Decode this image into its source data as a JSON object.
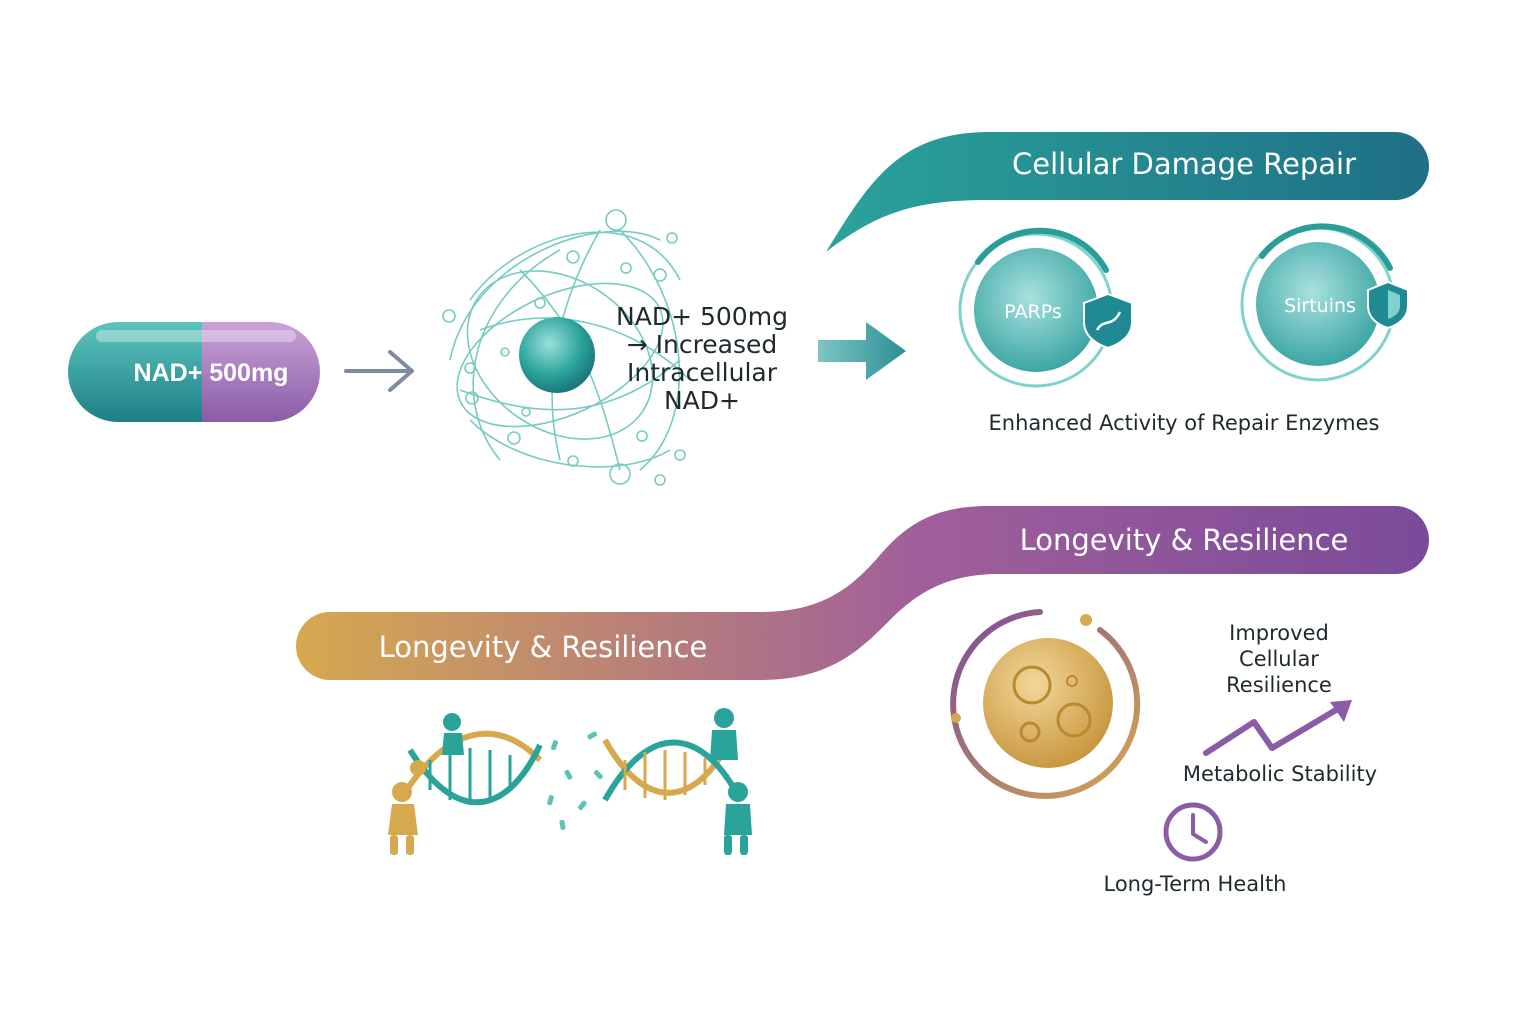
{
  "capsule": {
    "label": "NAD+ 500mg"
  },
  "process": {
    "label_lines": [
      "NAD+ 500mg",
      "→ Increased",
      "Intracellular",
      "NAD+"
    ]
  },
  "repair": {
    "banner": "Cellular Damage Repair",
    "enzymes": [
      {
        "label": "PARPs"
      },
      {
        "label": "Sirtuins"
      }
    ],
    "caption": "Enhanced Activity of Repair Enzymes"
  },
  "longevity": {
    "banner_right": "Longevity & Resilience",
    "banner_left": "Longevity & Resilience",
    "items": {
      "resilience_lines": [
        "Improved",
        "Cellular",
        "Resilience"
      ],
      "metabolic": "Metabolic Stability",
      "long_term": "Long-Term Health"
    }
  },
  "icons": [
    "arrow-right-icon",
    "network-cell-icon",
    "shield-dna-icon",
    "shield-icon",
    "dna-repair-icon",
    "cell-icon",
    "trend-arrow-icon",
    "clock-icon"
  ],
  "colors": {
    "teal": "#2aa39a",
    "teal_dark": "#1f6f86",
    "purple": "#7a4a9a",
    "gold": "#d6a94f",
    "text": "#1f2a2e"
  }
}
